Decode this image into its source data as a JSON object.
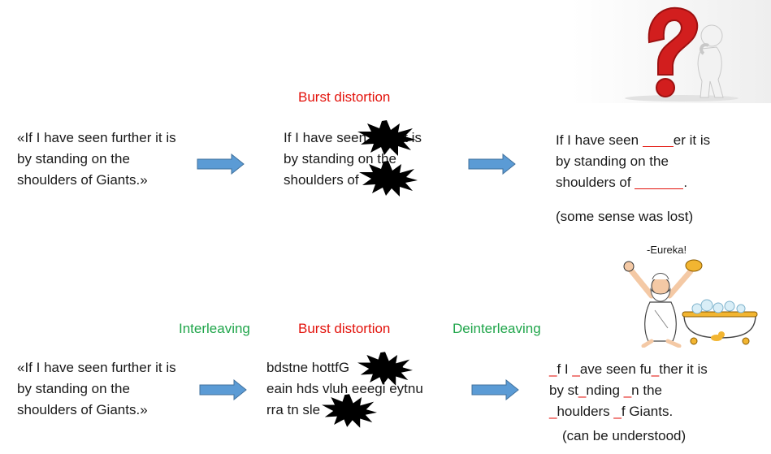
{
  "top": {
    "original": [
      "«If I have seen further it is",
      "by standing on the",
      "shoulders of Giants.»"
    ],
    "burst_label": "Burst distortion",
    "distorted": [
      "If I have seen",
      "r it is",
      "by standing on the",
      "shoulders of"
    ],
    "result_parts": {
      "l1a": "If I have seen ",
      "l1b": "er it is",
      "l2": "by standing on the",
      "l3a": "shoulders of ",
      "l3b": "."
    },
    "note": "(some sense was lost)"
  },
  "bottom": {
    "interleaving_label": "Interleaving",
    "burst_label": "Burst distortion",
    "deinterleaving_label": "Deinterleaving",
    "original": [
      "«If I have seen further it is",
      "by standing on the",
      "shoulders of Giants.»"
    ],
    "interleaved": [
      "bdstne hottfG",
      "fsi",
      "eain hds vluh eeegi eytnu",
      "rra tn sle"
    ],
    "result_parts": {
      "l1": [
        "_",
        "f I ",
        "_",
        "ave seen fu",
        "_",
        "ther it is"
      ],
      "l2": [
        "by st",
        "_",
        "nding ",
        "_",
        "n the"
      ],
      "l3": [
        "_",
        "houlders ",
        "_",
        "f Giants."
      ]
    },
    "note": "(can be understood)",
    "eureka": "-Eureka!"
  },
  "colors": {
    "red": "#e3120b",
    "green": "#1fa54a",
    "arrow": "#5b9bd5",
    "arrow_edge": "#41719c"
  },
  "icons": [
    "right-arrow-icon",
    "burst-icon",
    "question-mark-figure-icon",
    "eureka-archimedes-icon"
  ]
}
